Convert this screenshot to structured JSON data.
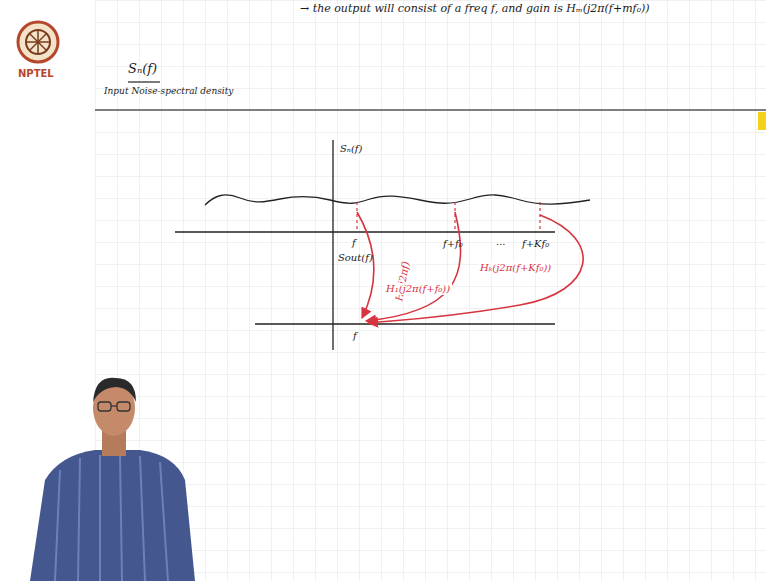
{
  "diagram": {
    "labels": [
      "→ the output will consist of a freq f, and gain is Hₘ(j2π(f+mf₀))",
      "NPTEL",
      "Sₙ(f)",
      "Input Noise-spectral density",
      "Sₙ(f)",
      "f",
      "f+f₀",
      "...",
      "f+Kf₀",
      "Sout(f)",
      "f",
      "H₀(j2πf)",
      "H₁(j2π(f+f₀))",
      "Hₖ(j2π(f+Kf₀))"
    ]
  }
}
